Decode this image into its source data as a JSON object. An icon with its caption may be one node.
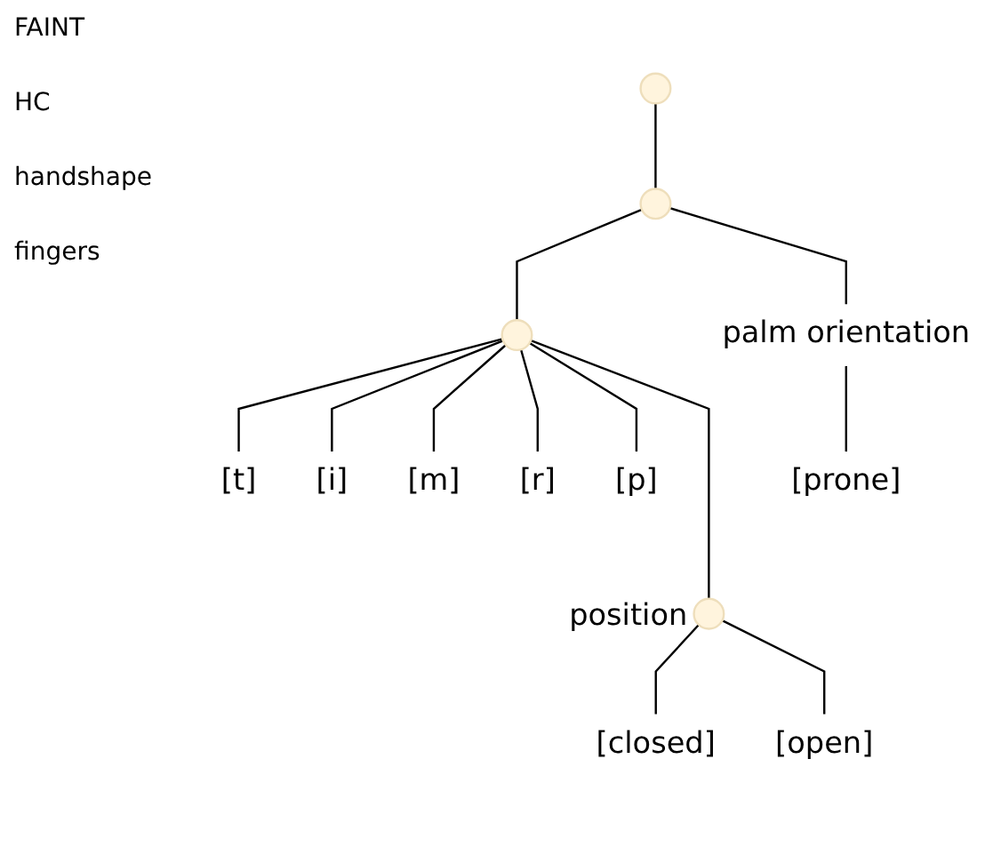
{
  "diagram": {
    "nodes": [
      {
        "text": [],
        "shape": "circle"
      },
      {
        "text": [],
        "shape": "circle"
      },
      {
        "text": [],
        "shape": "circle"
      },
      {
        "text": [
          "[t]"
        ]
      },
      {
        "text": [
          "[i]"
        ]
      },
      {
        "text": [
          "[m]"
        ]
      },
      {
        "text": [
          "[r]"
        ]
      },
      {
        "text": [
          "[p]"
        ]
      },
      {
        "text": [],
        "shape": "circle",
        "beside": [
          "position"
        ]
      },
      {
        "text": [
          "[closed]"
        ]
      },
      {
        "text": [
          "[open]"
        ]
      },
      {
        "text": [
          "palm orientation"
        ]
      },
      {
        "text": [
          "[prone]"
        ]
      }
    ],
    "edges": [
      {
        "from": 0,
        "to": 1,
        "arrow": "none"
      },
      {
        "from": 1,
        "to": 2,
        "arrow": "none"
      },
      {
        "from": 1,
        "to": 11,
        "arrow": "none"
      },
      {
        "from": 2,
        "to": 3,
        "arrow": "none"
      },
      {
        "from": 2,
        "to": 4,
        "arrow": "none"
      },
      {
        "from": 2,
        "to": 5,
        "arrow": "none"
      },
      {
        "from": 2,
        "to": 6,
        "arrow": "none"
      },
      {
        "from": 2,
        "to": 7,
        "arrow": "none"
      },
      {
        "from": 2,
        "to": 8,
        "arrow": "none"
      },
      {
        "from": 8,
        "to": 9,
        "arrow": "none"
      },
      {
        "from": 8,
        "to": 10,
        "arrow": "none"
      },
      {
        "from": 11,
        "to": 12,
        "arrow": "none"
      }
    ],
    "labels": [
      "FAINT",
      "HC",
      "handshape",
      "fingers"
    ]
  }
}
